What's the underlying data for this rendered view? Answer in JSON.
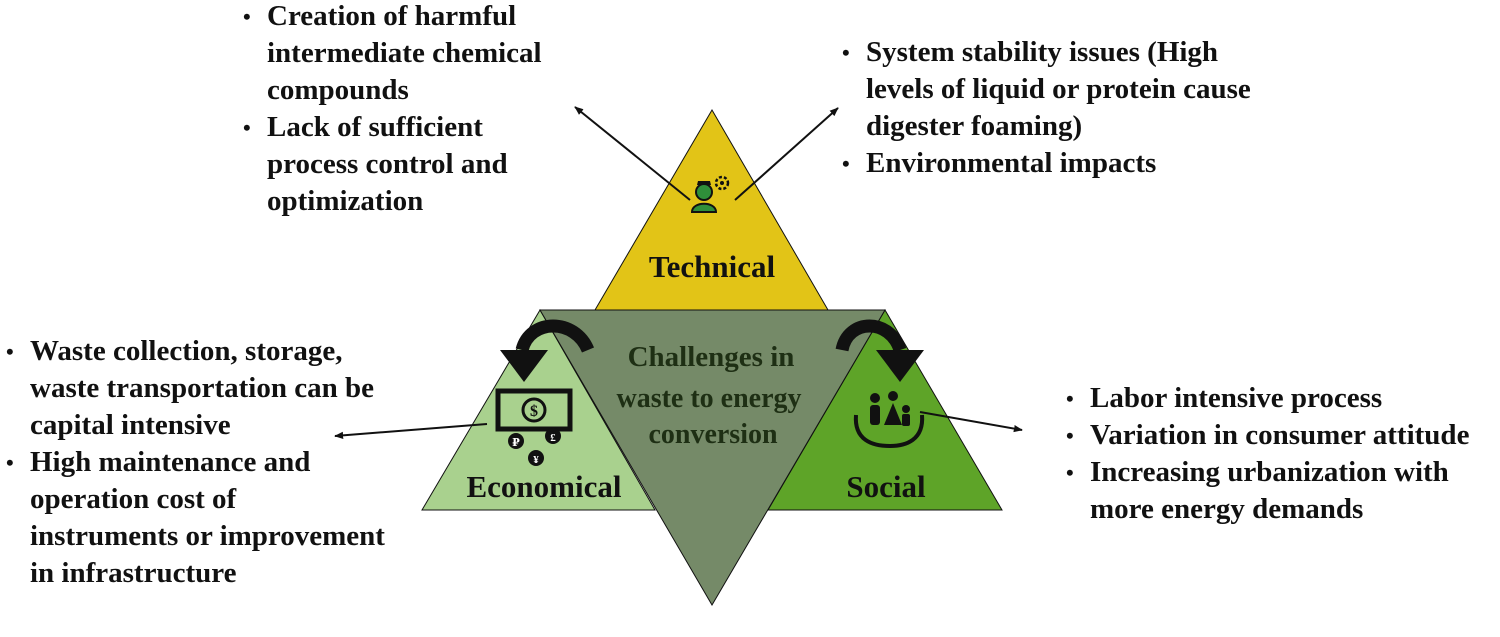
{
  "colors": {
    "technical": "#e2c417",
    "economical": "#a9d18e",
    "social": "#5ea428",
    "center": "#758a68",
    "center_text": "#1e2f14",
    "arrow": "#111111"
  },
  "center_label": [
    "Challenges in",
    "waste to energy",
    "conversion"
  ],
  "labels": {
    "technical": "Technical",
    "economical": "Economical",
    "social": "Social"
  },
  "icons": {
    "technical": "engineer-icon",
    "economical": "money-icon",
    "social": "family-in-hands-icon"
  },
  "lists": {
    "technical_left": [
      "Creation of harmful intermediate chemical compounds",
      "Lack of sufficient process control and optimization"
    ],
    "technical_right": [
      "System stability issues (High levels of liquid or protein cause digester foaming)",
      "Environmental impacts"
    ],
    "economical": [
      "Waste collection, storage, waste transportation can be capital intensive",
      "High maintenance and operation cost of instruments or improvement in infrastructure"
    ],
    "social": [
      "Labor intensive process",
      "Variation in consumer attitude",
      "Increasing urbanization with more energy demands"
    ]
  }
}
